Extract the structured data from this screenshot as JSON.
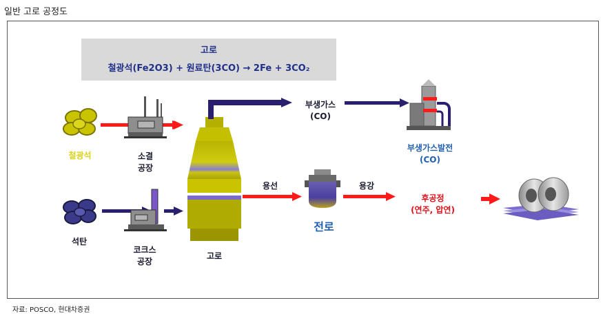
{
  "title": "일반 고로 공정도",
  "source": "자료: POSCO, 현대차증권",
  "equation": {
    "heading": "고로",
    "formula": "철광석(Fe2O3) + 원료탄(3CO) → 2Fe + 3CO₂"
  },
  "labels": {
    "iron_ore": "철광석",
    "coal": "석탄",
    "sinter_plant": "소결\n공장",
    "coke_plant": "코크스\n공장",
    "blast_furnace": "고로",
    "byproduct_gas": "부생가스\n(CO)",
    "byproduct_power": "부생가스발전\n(CO)",
    "molten_iron": "용선",
    "converter": "전로",
    "molten_steel": "용강",
    "post_process": "후공정\n(연주, 압연)"
  },
  "colors": {
    "arrow_red": "#ff1a1a",
    "arrow_navy": "#2a1f6e",
    "ore": "#d8d21a",
    "text_blue": "#1f5fb0",
    "text_red": "#e0101a"
  }
}
